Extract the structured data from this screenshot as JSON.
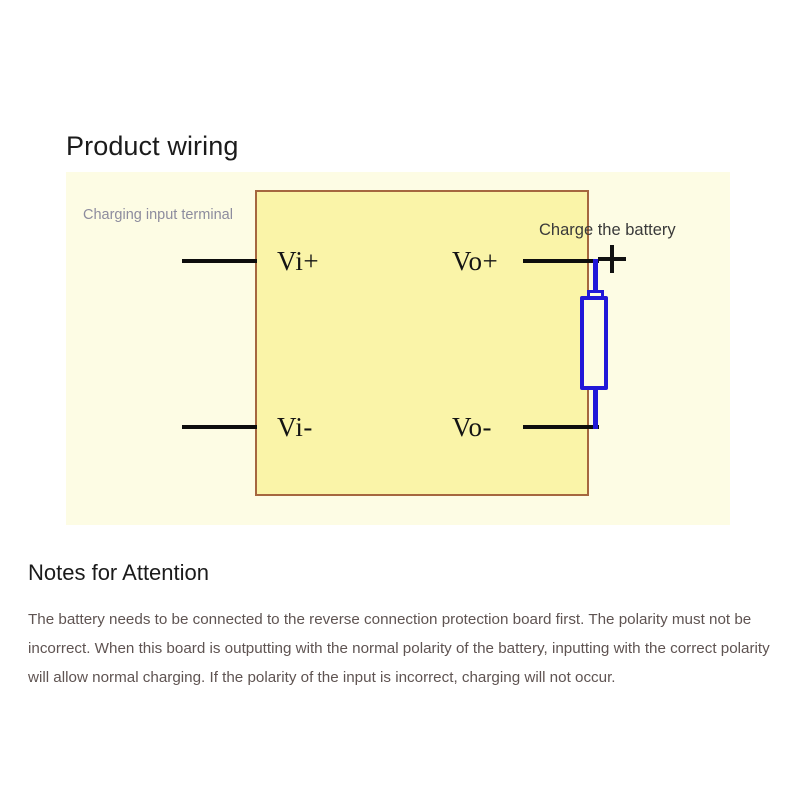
{
  "sections": {
    "wiring": {
      "title": "Product wiring",
      "input_terminal_label": "Charging input terminal",
      "battery_label": "Charge the battery",
      "ports": {
        "vi_plus": "Vi+",
        "vi_minus": "Vi-",
        "vo_plus": "Vo+",
        "vo_minus": "Vo-"
      },
      "polarity_marker": "+"
    },
    "notes": {
      "title": "Notes for Attention",
      "body": "The battery needs to be connected to the reverse connection protection board first. The polarity must not be incorrect. When this board is outputting with the normal polarity of the battery, inputting with the correct polarity will allow normal charging. If the polarity of the input is incorrect, charging will not occur."
    }
  },
  "colors": {
    "page_background": "#ffffff",
    "diagram_panel": "#fdfce4",
    "module_fill": "#faf4a8",
    "module_border": "#a5673f",
    "wire_black": "#0d0d0d",
    "wire_blue": "#2118d8",
    "title_text": "#1b1b1b",
    "body_text": "#5f5452",
    "muted_label": "#8d8c9e"
  }
}
